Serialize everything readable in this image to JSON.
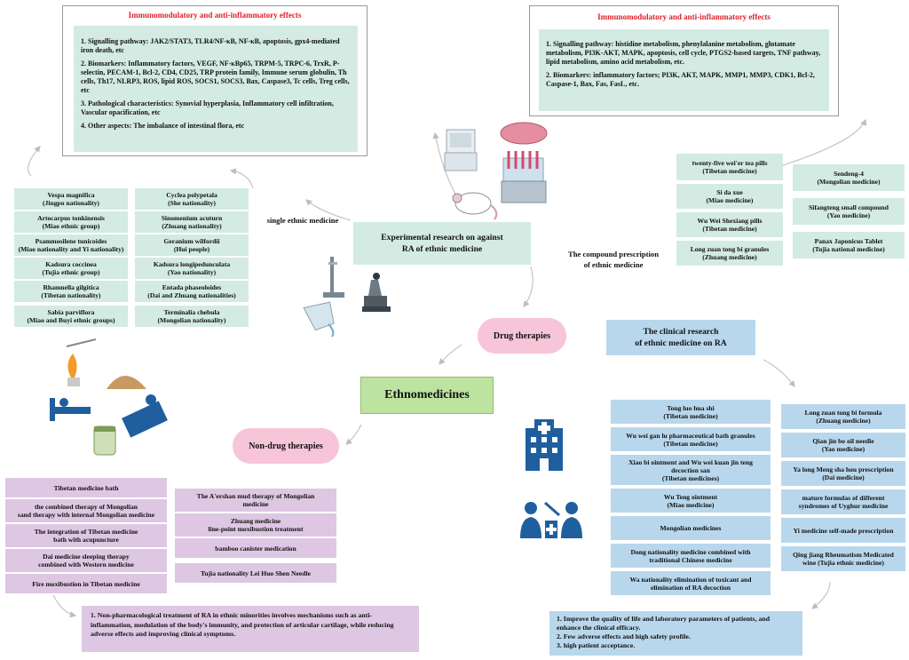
{
  "top_left": {
    "title": "Immunomodulatory and anti-inflammatory effects",
    "items": [
      "1. Signalling pathway: JAK2/STAT3, TLR4/NF-κB, NF-κB, apoptosis, gpx4-mediated iron death, etc",
      "2. Biomarkers: Inflammatory factors, VEGF, NF-κBp65, TRPM-5, TRPC-6, TrxR, P-selectin, PECAM-1, Bcl-2, CD4, CD25, TRP protein family, Immune serum globulin, Th cells, Th17, NLRP3, ROS, lipid ROS, SOCS1, SOCS3, Bax, Caspase3, Tc cells, Treg cells, etc",
      "3. Pathological characteristics: Synovial hyperplasia, Inflammatory cell infiltration, Vascular opacification, etc",
      "4. Other aspects: The imbalance of intestinal flora, etc"
    ]
  },
  "top_right": {
    "title": "Immunomodulatory and anti-inflammatory effects",
    "items": [
      "1. Signalling pathway:  histidine metabolism, phenylalanine metabolism, glutamate metabolism, PI3K-AKT, MAPK, apoptosis, cell cycle, PTGS2-based targets, TNF pathway, lipid metabolism, amino acid metabolism, etc.",
      "2. Biomarkers: inflammatory factors; PI3K, AKT, MAPK, MMP1, MMP3, CDK1, Bcl-2, Caspase-1, Bax, Fas, FasL, etc."
    ]
  },
  "single_medicine_label": "single ethnic medicine",
  "single_left": [
    [
      "Vespa magnifica",
      "(Jingpo nationality)"
    ],
    [
      "Artocarpus tonkinensis",
      "(Miao ethnic group)"
    ],
    [
      "Psammosilene tunicoides",
      "(Miao nationality and Yi nationality)"
    ],
    [
      "Kadsura coccinea",
      "(Tujia ethnic group)"
    ],
    [
      "Rhamnella gilgitica",
      "(Tibetan nationality)"
    ],
    [
      "Sabia parviflora",
      "(Miao and Buyi ethnic groups)"
    ]
  ],
  "single_right": [
    [
      "Cyclea polypetala",
      "(She nationality)"
    ],
    [
      "Sinomenium acuturn",
      "(Zhuang nationality)"
    ],
    [
      "Geranium wilfordii",
      "(Hui people)"
    ],
    [
      "Kadsura longipedunculata",
      "(Yao nationality)"
    ],
    [
      "Entada phaseoloides",
      "(Dai and Zhuang nationalities)"
    ],
    [
      "Terminalia chebula",
      "(Mongolian nationality)"
    ]
  ],
  "experimental_label": [
    "Experimental research on against",
    "RA of ethnic medicine"
  ],
  "compound_label": [
    "The compound prescription",
    "of ethnic medicine"
  ],
  "compound_col1": [
    [
      "twenty-five wei'er tea pills",
      "(Tibetan medicine)"
    ],
    [
      "Si da xue",
      "(Miao medicine)"
    ],
    [
      "Wu Wei Shexiang pills",
      "(Tibetan medicine)"
    ],
    [
      "Long zuan tong bi granules",
      "(Zhuang medicine)"
    ]
  ],
  "compound_col2": [
    [
      "Sendeng-4",
      "(Mongolian medicine)"
    ],
    [
      "Sifangteng small compound",
      "(Yao medicine)"
    ],
    [
      "Panax Japonicus Tablet",
      "(Tujia national medicine)"
    ]
  ],
  "drug_therapies": "Drug therapies",
  "clinical_label": [
    "The clinical research",
    "of ethnic medicine on RA"
  ],
  "center": "Ethnomedicines",
  "non_drug": "Non-drug therapies",
  "clinical_col1": [
    [
      "Tong luo hua shi",
      "(Tibetan medicine)"
    ],
    [
      "Wu wei gan lu pharmaceutical bath granules",
      "(Tibetan medicine)"
    ],
    [
      "Xiao bi ointment and Wu wei kuan jin teng",
      "decoction san",
      "(Tibetan medicines)"
    ],
    [
      "Wu Teng ointment",
      "(Miao medicine)"
    ],
    [
      "Mongolian medicines"
    ],
    [
      "Dong nationality medicine combined with",
      "traditional Chinese medicine"
    ],
    [
      "Wa nationality elimination of toxicant and",
      "elimination of RA decoction"
    ]
  ],
  "clinical_col2": [
    [
      "Long zuan tong bi formula",
      "(Zhuang medicine)"
    ],
    [
      "Qian jin bo oil needle",
      "(Yao medicine)"
    ],
    [
      "Ya long Meng sha hou prescription",
      "(Dai medicine)"
    ],
    [
      "mature formulas of different",
      "syndromes of Uyghur medicine"
    ],
    [
      "Yi medicine self-made prescription"
    ],
    [
      "Qing jiang Rheumatism Medicated",
      "wine (Tujia ethnic medicine)"
    ]
  ],
  "nondrug_col1": [
    [
      "Tibetan medicine bath"
    ],
    [
      "the combined therapy of Mongolian",
      "sand therapy with internal Mongolian medicine"
    ],
    [
      "The integration of Tibetan medicine",
      "bath with acupuncture"
    ],
    [
      "Dai medicine sleeping therapy",
      "combined with Western medicine"
    ],
    [
      "Fire moxibustion in Tibetan medicine"
    ]
  ],
  "nondrug_col2": [
    [
      "The A'ershan mud therapy of Mongolian",
      "medicine"
    ],
    [
      "Zhuang medicine",
      "line-point moxibustion treatment"
    ],
    [
      "bamboo canister medication"
    ],
    [
      "Tujia nationality Lei Huo Shen Needle"
    ]
  ],
  "bottom_left": "1. Non-pharmacological treatment of RA in ethnic minorities involves mechanisms such as anti-inflammation, modulation of the body's immunity, and protection of articular cartilage, while reducing adverse effects and improving clinical symptoms.",
  "bottom_right": [
    "1. Improve the quality of life and laboratory parameters of patients, and enhance the clinical efficacy.",
    "2. Few adverse effects and high safety profile.",
    "3. high patient acceptance."
  ],
  "colors": {
    "green": "#d3ebe2",
    "blue": "#b9d7ec",
    "purple": "#ddc7e3",
    "pink": "#f7c5d8",
    "center": "#bde3a1",
    "red_title": "#e0202a",
    "hospital_icon": "#1f5f9e"
  },
  "icons": [
    "lab-equipment-icon",
    "mouse-icon",
    "microscope-icon",
    "beaker-icon",
    "hospital-icon",
    "medical-staff-icon",
    "bed-icon",
    "herb-pile-icon",
    "flame-icon",
    "bath-icon",
    "jar-icon"
  ]
}
